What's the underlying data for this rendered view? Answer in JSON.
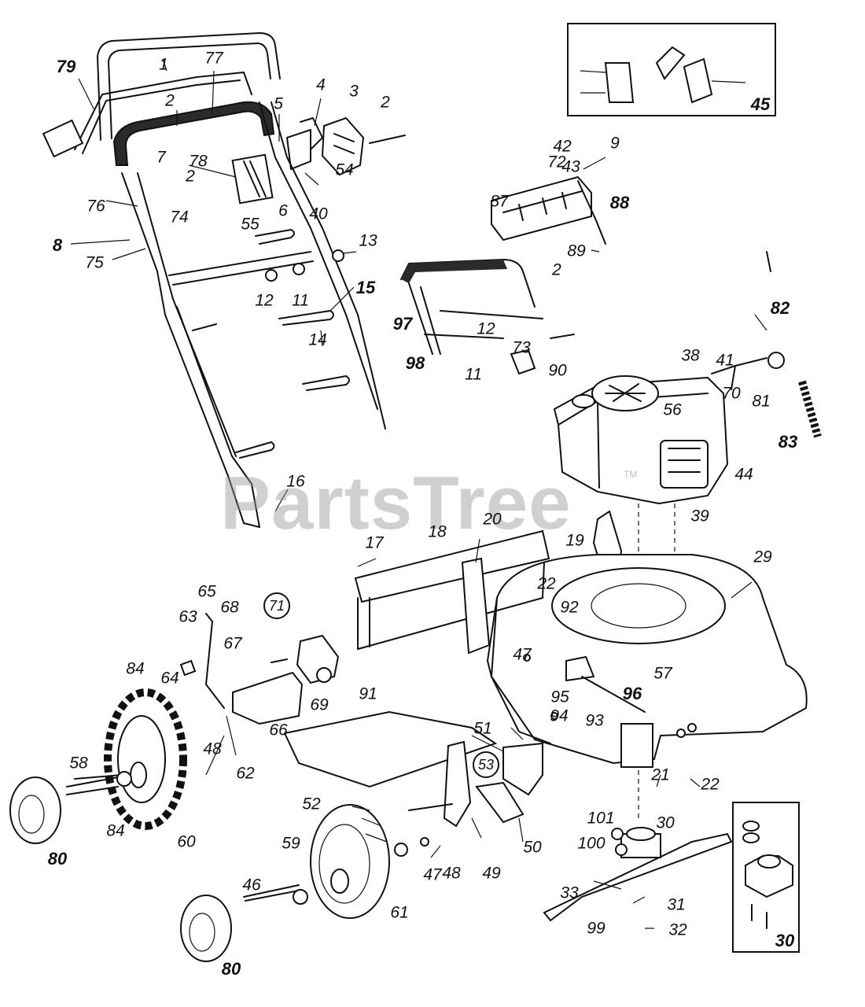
{
  "watermark": {
    "text": "PartsTree",
    "trademark": "TM"
  },
  "callouts": [
    {
      "label": "1"
    },
    {
      "label": "79"
    },
    {
      "label": "77"
    },
    {
      "label": "2"
    },
    {
      "label": "4"
    },
    {
      "label": "3"
    },
    {
      "label": "5"
    },
    {
      "label": "2"
    },
    {
      "label": "7"
    },
    {
      "label": "78"
    },
    {
      "label": "2"
    },
    {
      "label": "76"
    },
    {
      "label": "74"
    },
    {
      "label": "55"
    },
    {
      "label": "6"
    },
    {
      "label": "40"
    },
    {
      "label": "54"
    },
    {
      "label": "8"
    },
    {
      "label": "75"
    },
    {
      "label": "13"
    },
    {
      "label": "12"
    },
    {
      "label": "11"
    },
    {
      "label": "15"
    },
    {
      "label": "14"
    },
    {
      "label": "16"
    },
    {
      "label": "45"
    },
    {
      "label": "9"
    },
    {
      "label": "42"
    },
    {
      "label": "72"
    },
    {
      "label": "43"
    },
    {
      "label": "87"
    },
    {
      "label": "88"
    },
    {
      "label": "89"
    },
    {
      "label": "2"
    },
    {
      "label": "97"
    },
    {
      "label": "12"
    },
    {
      "label": "73"
    },
    {
      "label": "98"
    },
    {
      "label": "11"
    },
    {
      "label": "90"
    },
    {
      "label": "82"
    },
    {
      "label": "38"
    },
    {
      "label": "41"
    },
    {
      "label": "70"
    },
    {
      "label": "81"
    },
    {
      "label": "56"
    },
    {
      "label": "83"
    },
    {
      "label": "44"
    },
    {
      "label": "39"
    },
    {
      "label": "17"
    },
    {
      "label": "18"
    },
    {
      "label": "20"
    },
    {
      "label": "19"
    },
    {
      "label": "29"
    },
    {
      "label": "71"
    },
    {
      "label": "65"
    },
    {
      "label": "68"
    },
    {
      "label": "63"
    },
    {
      "label": "67"
    },
    {
      "label": "22"
    },
    {
      "label": "92"
    },
    {
      "label": "84"
    },
    {
      "label": "64"
    },
    {
      "label": "47"
    },
    {
      "label": "57"
    },
    {
      "label": "69"
    },
    {
      "label": "91"
    },
    {
      "label": "95"
    },
    {
      "label": "96"
    },
    {
      "label": "94"
    },
    {
      "label": "66"
    },
    {
      "label": "93"
    },
    {
      "label": "48"
    },
    {
      "label": "62"
    },
    {
      "label": "51"
    },
    {
      "label": "58"
    },
    {
      "label": "53"
    },
    {
      "label": "21"
    },
    {
      "label": "22"
    },
    {
      "label": "52"
    },
    {
      "label": "84"
    },
    {
      "label": "60"
    },
    {
      "label": "101"
    },
    {
      "label": "30"
    },
    {
      "label": "80"
    },
    {
      "label": "59"
    },
    {
      "label": "48"
    },
    {
      "label": "49"
    },
    {
      "label": "50"
    },
    {
      "label": "100"
    },
    {
      "label": "46"
    },
    {
      "label": "47"
    },
    {
      "label": "33"
    },
    {
      "label": "61"
    },
    {
      "label": "31"
    },
    {
      "label": "99"
    },
    {
      "label": "32"
    },
    {
      "label": "30"
    },
    {
      "label": "80"
    }
  ]
}
